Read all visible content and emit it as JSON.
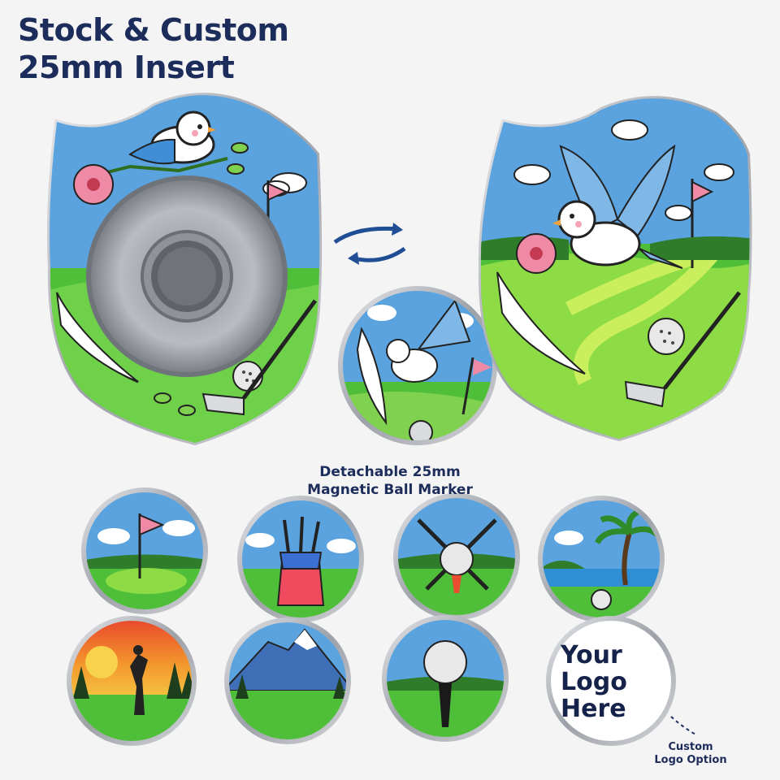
{
  "title": {
    "line1": "Stock & Custom",
    "line2": "25mm Insert"
  },
  "marker_caption": {
    "line1": "Detachable 25mm",
    "line2": "Magnetic Ball Marker"
  },
  "custom_logo": {
    "line1": "Your",
    "line2": "Logo",
    "line3": "Here"
  },
  "custom_caption": {
    "line1": "Custom",
    "line2": "Logo Option"
  },
  "colors": {
    "title": "#1c2c5b",
    "sky": "#5aa3df",
    "grass": "#4fbf3a",
    "silver": "#c9ccd1",
    "arrow": "#1f4e94",
    "flag": "#ef8aa6"
  },
  "markers": [
    {
      "name": "flag-on-green",
      "icon": "golf-flag-icon"
    },
    {
      "name": "golf-bag",
      "icon": "golf-bag-icon"
    },
    {
      "name": "crossed-clubs-ball",
      "icon": "crossed-clubs-icon"
    },
    {
      "name": "palm-beach",
      "icon": "palm-tree-icon"
    },
    {
      "name": "sunset-golfer",
      "icon": "golfer-silhouette-icon"
    },
    {
      "name": "mountains",
      "icon": "mountain-icon"
    },
    {
      "name": "ball-on-tee",
      "icon": "golf-tee-icon"
    },
    {
      "name": "custom-logo",
      "icon": "blank-logo-icon"
    }
  ]
}
